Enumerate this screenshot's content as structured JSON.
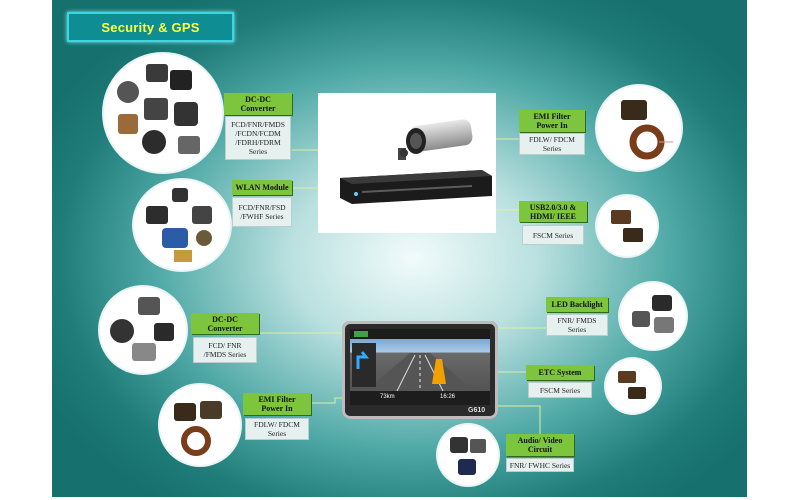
{
  "title": "Security &  GPS",
  "security_blocks": [
    {
      "id": "dcdc",
      "label": "DC-DC\nConverter",
      "series": "FCD/FNR/FMDS\n/FCDN/FCDM\n/FDRH/FDRM\nSeries"
    },
    {
      "id": "wlan",
      "label": "WLAN Module",
      "series": "FCD/FNR/FSD\n/FWHF Series"
    },
    {
      "id": "emi",
      "label": "EMI Filter\nPower In",
      "series": "FDLW/ FDCM\nSeries"
    },
    {
      "id": "usb",
      "label": "USB2.0/3.0 &\nHDMI/ IEEE",
      "series": "FSCM Series"
    }
  ],
  "gps_blocks": [
    {
      "id": "dcdc",
      "label": "DC-DC\nConverter",
      "series": "FCD/ FNR\n/FMDS Series"
    },
    {
      "id": "emi",
      "label": "EMI Filter\nPower In",
      "series": "FDLW/ FDCM\nSeries"
    },
    {
      "id": "led",
      "label": "LED Backlight",
      "series": "FNR/ FMDS\nSeries"
    },
    {
      "id": "etc",
      "label": "ETC System",
      "series": "FSCM Series"
    },
    {
      "id": "audio",
      "label": "Audio/ Video\nCircuit",
      "series": "FNR/ FWHC Series"
    }
  ],
  "gps_device": {
    "model": "G610",
    "speed_label": "73km",
    "time": "16:26"
  },
  "colors": {
    "label_bg": "#7cc53d",
    "title_text": "#ffff40",
    "title_border": "#3cd6e0",
    "background": "#1f7c79"
  },
  "icons": [
    "inductor-icon",
    "toroid-icon",
    "dvr-recorder-icon",
    "security-camera-icon",
    "gps-navigator-icon"
  ]
}
